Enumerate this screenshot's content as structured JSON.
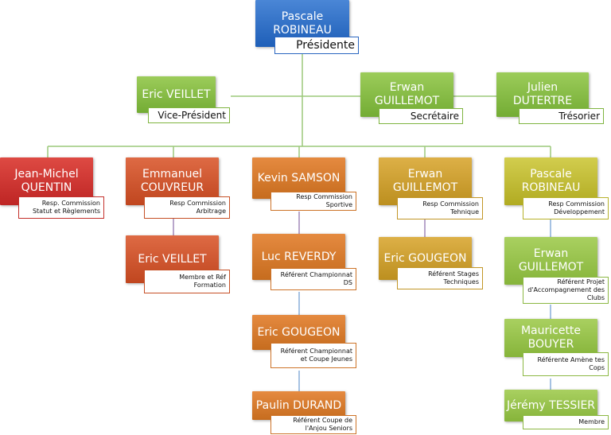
{
  "nodes": {
    "president": {
      "name": "Pascale\nROBINEAU",
      "role": "Présidente"
    },
    "vice_president": {
      "name": "Eric VEILLET",
      "role": "Vice-Président"
    },
    "secretary": {
      "name": "Erwan\nGUILLEMOT",
      "role": "Secrétaire"
    },
    "treasurer": {
      "name": "Julien DUTERTRE",
      "role": "Trésorier"
    },
    "statut": {
      "name": "Jean-Michel\nQUENTIN",
      "role": "Resp. Commission Statut et Règlements"
    },
    "arbitrage": {
      "name": "Emmanuel\nCOUVREUR",
      "role": "Resp Commission Arbitrage"
    },
    "arbitrage_member": {
      "name": "Eric VEILLET",
      "role": "Membre et Réf Formation"
    },
    "sportive": {
      "name": "Kevin SAMSON",
      "role": "Resp Commission Sportive"
    },
    "sportive_ds": {
      "name": "Luc REVERDY",
      "role": "Référent Championnat DS"
    },
    "sportive_jeunes": {
      "name": "Eric GOUGEON",
      "role": "Référent Championnat et Coupe Jeunes"
    },
    "sportive_seniors": {
      "name": "Paulin DURAND",
      "role": "Référent Coupe de l'Anjou Seniors"
    },
    "technique": {
      "name": "Erwan\nGUILLEMOT",
      "role": "Resp Commission Tehnique"
    },
    "technique_stages": {
      "name": "Eric GOUGEON",
      "role": "Référent Stages Techniques"
    },
    "developpement": {
      "name": "Pascale\nROBINEAU",
      "role": "Resp Commission Développement"
    },
    "dev_clubs": {
      "name": "Erwan\nGUILLEMOT",
      "role": "Référent Projet d'Accompagnement des Clubs"
    },
    "dev_cops": {
      "name": "Mauricette\nBOUYER",
      "role": "Référente Amène tes Cops"
    },
    "dev_membre": {
      "name": "Jérémy TESSIER",
      "role": "Membre"
    }
  },
  "colors": {
    "blue": "#2a66c0",
    "light_green": "#7fb440",
    "red": "#c4302b",
    "dark_orange": "#c65026",
    "orange": "#cd7328",
    "ochre": "#c29627",
    "olive": "#b7b22b",
    "green": "#8cb843",
    "connector_green": "#9cc87a",
    "connector_purple": "#8a6aa8",
    "connector_blue": "#6a9ad0"
  }
}
